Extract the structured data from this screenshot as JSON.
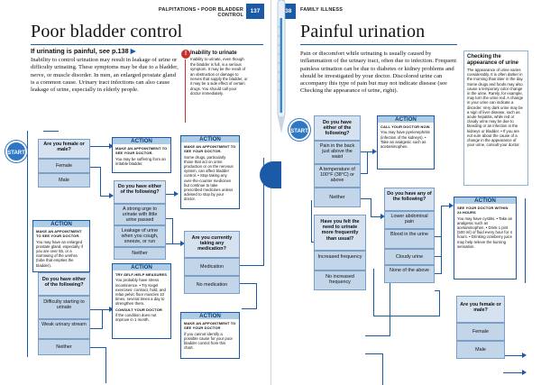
{
  "header": {
    "left_running": "PALPITATIONS • POOR BLADDER CONTROL",
    "left_page": "137",
    "right_page": "138",
    "right_running": "FAMILY ILLNESS"
  },
  "left": {
    "title": "Poor bladder control",
    "lead_bold": "If urinating is painful, see p.138",
    "intro": "Inability to control urination may result in leakage of urine or difficulty urinating. These symptoms may be due to a bladder, nerve, or muscle disorder. In men, an enlarged prostate gland is a common cause. Urinary tract infections can also cause leakage of urine, especially in elderly people.",
    "warning": {
      "title": "Inability to urinate",
      "text": "Inability to urinate, even though the bladder is full, is a serious symptom. It may be the result of an obstruction or damage to nerves that supply the bladder, or it may be a side effect of certain drugs. You should call your doctor immediately."
    },
    "start": "START",
    "q1": {
      "text": "Are you female or male?",
      "opts": [
        "Female",
        "Male"
      ]
    },
    "act1": {
      "head": "ACTION",
      "sub": "MAKE AN APPOINTMENT TO SEE YOUR DOCTOR.",
      "text": "You may be suffering from an irritable bladder."
    },
    "q2": {
      "text": "Do you have either of the following?",
      "opts": [
        "A strong urge to urinate with little urine passed",
        "Leakage of urine when you cough, sneeze, or run",
        "Neither"
      ]
    },
    "act2": {
      "head": "ACTION",
      "sub": "MAKE AN APPOINTMENT TO SEE YOUR DOCTOR.",
      "text": "Some drugs, particularly those that act on urine production or on the nervous system, can affect bladder control. • Stop taking any over-the-counter medicines but continue to take prescribed medicines unless advised to stop by your doctor."
    },
    "act3": {
      "head": "ACTION",
      "sub": "MAKE AN APPOINTMENT TO SEE YOUR DOCTOR.",
      "text": "You may have an enlarged prostate gland, especially if you are over 55, or a narrowing of the urethra (tube that empties the bladder)."
    },
    "q3": {
      "text": "Do you have either of the following?",
      "opts": [
        "Difficulty starting to urinate",
        "Weak urinary stream",
        "Neither"
      ]
    },
    "act4": {
      "head": "ACTION",
      "sub": "TRY SELF-HELP MEASURES",
      "text": "You probably have stress incontinence. • Try Kegel exercises: contract, hold, and relax pelvic floor muscles 10 times, several times a day to strengthen them.",
      "sub2": "CONSULT YOUR DOCTOR",
      "text2": "if the condition does not improve in 1 month."
    },
    "q4": {
      "text": "Are you currently taking any medication?",
      "opts": [
        "Medication",
        "No medication"
      ]
    },
    "act5": {
      "head": "ACTION",
      "sub": "MAKE AN APPOINTMENT TO SEE YOUR DOCTOR",
      "text": "if you cannot identify a possible cause for your poor bladder control from this chart."
    }
  },
  "right": {
    "title": "Painful urination",
    "intro": "Pain or discomfort while urinating is usually caused by inflammation of the urinary tract, often due to infection. Frequent painless urination can be due to diabetes or kidney problems and should be investigated by your doctor. Discolored urine can accompany this type of pain but may not indicate disease (see Checking the appearance of urine, right).",
    "side": {
      "title": "Checking the appearance of urine",
      "text": "The appearance of urine varies considerably. It is often darker in the morning than later in the day. Some drugs and foods may also cause a temporary color change in the urine. Rarely, for example, may turn the urine red. A change in your urine can indicate a disorder. Very dark urine may be a sign of liver disease, such as acute hepatitis, while red or cloudy urine may be due to bleeding or an infection in the kidneys or bladder. • If you are not sure about the cause of a change in the appearance of your urine, consult your doctor."
    },
    "start": "START",
    "q1": {
      "text": "Do you have either of the following?",
      "opts": [
        "Pain in the back just above the waist",
        "A temperature of 100°F (38°C) or above",
        "Neither"
      ]
    },
    "act1": {
      "head": "ACTION",
      "sub": "CALL YOUR DOCTOR NOW.",
      "text": "You may have pyelonephritis (infection of the kidneys). • Take an analgesic such as acetaminophen."
    },
    "q2": {
      "text": "Do you have any of the following?",
      "opts": [
        "Lower abdominal pain",
        "Blood in the urine",
        "Cloudy urine",
        "None of the above"
      ]
    },
    "q3": {
      "text": "Have you felt the need to urinate more frequently than usual?",
      "opts": [
        "Increased frequency",
        "No increased frequency"
      ]
    },
    "act2": {
      "head": "ACTION",
      "sub": "SEE YOUR DOCTOR WITHIN 24 HOURS",
      "text": "You may have cystitis. • Take an analgesic such as acetaminophen. • Drink 1 pint (500 ml) of fluid every hour for 4 hours. • Drinking cranberry juice may help relieve the burning sensation."
    },
    "q4": {
      "text": "Are you female or male?",
      "opts": [
        "Female",
        "Male"
      ]
    }
  }
}
